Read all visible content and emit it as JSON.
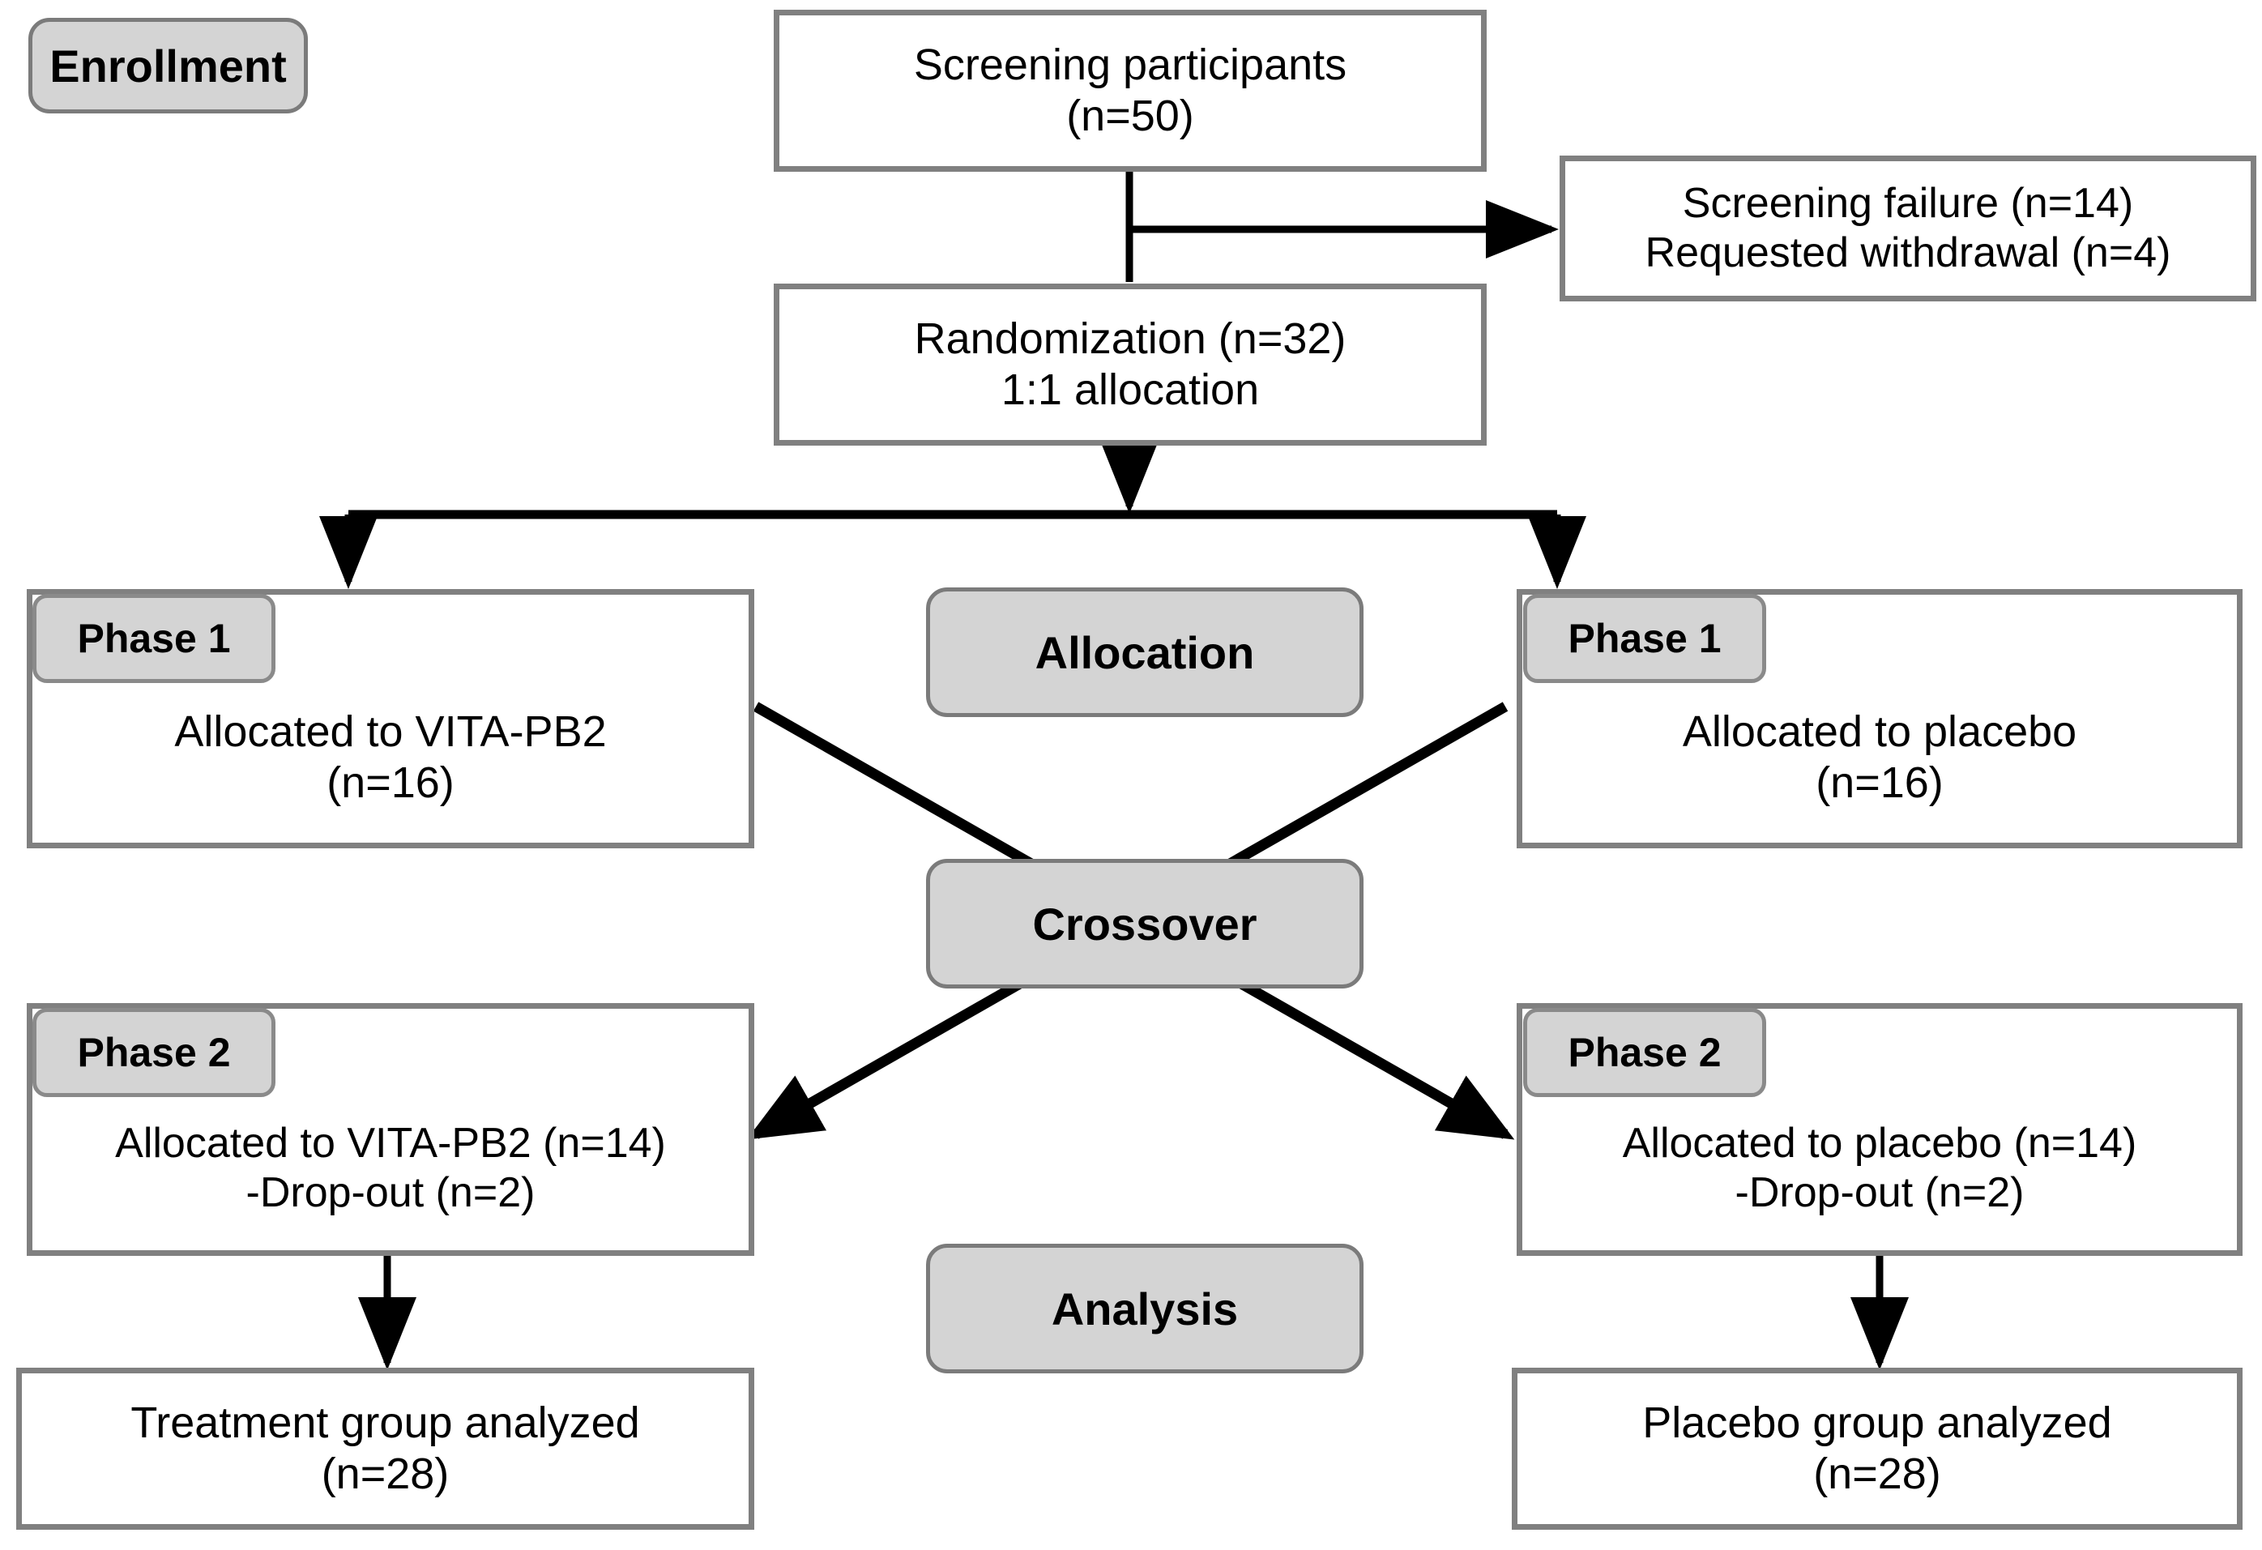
{
  "diagram": {
    "title": "CONSORT participant flow diagram",
    "type": "flowchart",
    "colors": {
      "box_fill": "#ffffff",
      "box_border": "#808080",
      "badge_fill": "#d4d4d4",
      "badge_border": "#7b7b7b",
      "text": "#000000",
      "connector": "#000000"
    }
  },
  "stages": {
    "enrollment": "Enrollment",
    "allocation": "Allocation",
    "crossover": "Crossover",
    "analysis": "Analysis"
  },
  "phase_tags": {
    "left_phase1": "Phase 1",
    "right_phase1": "Phase 1",
    "left_phase2": "Phase 2",
    "right_phase2": "Phase 2"
  },
  "nodes": {
    "screening": {
      "line1": "Screening participants",
      "line2": "(n=50)",
      "n": 50
    },
    "excluded": {
      "line1": "Screening failure (n=14)",
      "line2": "Requested withdrawal (n=4)",
      "screening_failure_n": 14,
      "requested_withdrawal_n": 4
    },
    "randomization": {
      "line1": "Randomization (n=32)",
      "line2": "1:1 allocation",
      "n": 32,
      "ratio": "1:1"
    },
    "phase1_treatment": {
      "line1": "Allocated to VITA-PB2",
      "line2": "(n=16)",
      "n": 16
    },
    "phase1_placebo": {
      "line1": "Allocated to placebo",
      "line2": "(n=16)",
      "n": 16
    },
    "phase2_treatment": {
      "line1": "Allocated to VITA-PB2 (n=14)",
      "line2": "-Drop-out (n=2)",
      "n": 14,
      "dropout_n": 2
    },
    "phase2_placebo": {
      "line1": "Allocated to placebo (n=14)",
      "line2": "-Drop-out (n=2)",
      "n": 14,
      "dropout_n": 2
    },
    "analysis_treatment": {
      "line1": "Treatment group analyzed",
      "line2": "(n=28)",
      "n": 28
    },
    "analysis_placebo": {
      "line1": "Placebo group analyzed",
      "line2": "(n=28)",
      "n": 28
    }
  }
}
